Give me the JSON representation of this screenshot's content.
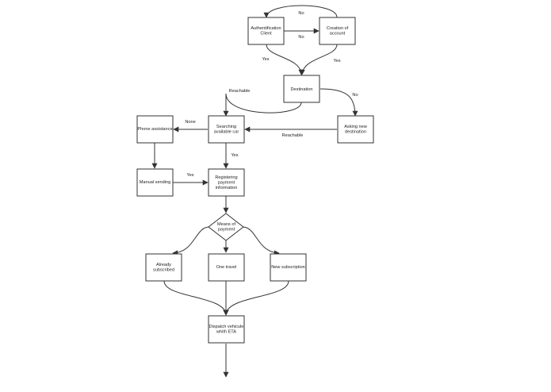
{
  "diagram": {
    "nodes": {
      "auth": {
        "lines": [
          "Authentification",
          "Client"
        ]
      },
      "creation": {
        "lines": [
          "Creation of",
          "account"
        ]
      },
      "destination": {
        "lines": [
          "Destination"
        ]
      },
      "asking": {
        "lines": [
          "Asking new",
          "destination"
        ]
      },
      "searching": {
        "lines": [
          "Searching",
          "available car"
        ]
      },
      "phone": {
        "lines": [
          "Phone assistance"
        ]
      },
      "manual": {
        "lines": [
          "Manual sending"
        ]
      },
      "registering": {
        "lines": [
          "Registering",
          "payment",
          "information"
        ]
      },
      "means": {
        "lines": [
          "Means of",
          "payment"
        ]
      },
      "already": {
        "lines": [
          "Already",
          "subscribed"
        ]
      },
      "onetravel": {
        "lines": [
          "One travel"
        ]
      },
      "newsub": {
        "lines": [
          "New subscription"
        ]
      },
      "dispatch": {
        "lines": [
          "Dispatch vehicule",
          "whith ETA"
        ]
      }
    },
    "edge_labels": {
      "creation_to_auth": "No",
      "auth_to_creation": "No",
      "auth_to_destination": "Yes",
      "creation_to_destination": "Yes",
      "destination_to_searching": "Reachable",
      "destination_to_asking": "No",
      "asking_to_searching": "Reachable",
      "searching_to_phone": "None",
      "searching_to_registering": "Yes",
      "manual_to_registering": "Yes"
    }
  }
}
